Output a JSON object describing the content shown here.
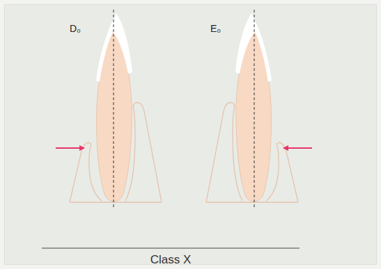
{
  "diagram": {
    "caption": "Class X",
    "labels": [
      "D₀",
      "E₀"
    ]
  }
}
